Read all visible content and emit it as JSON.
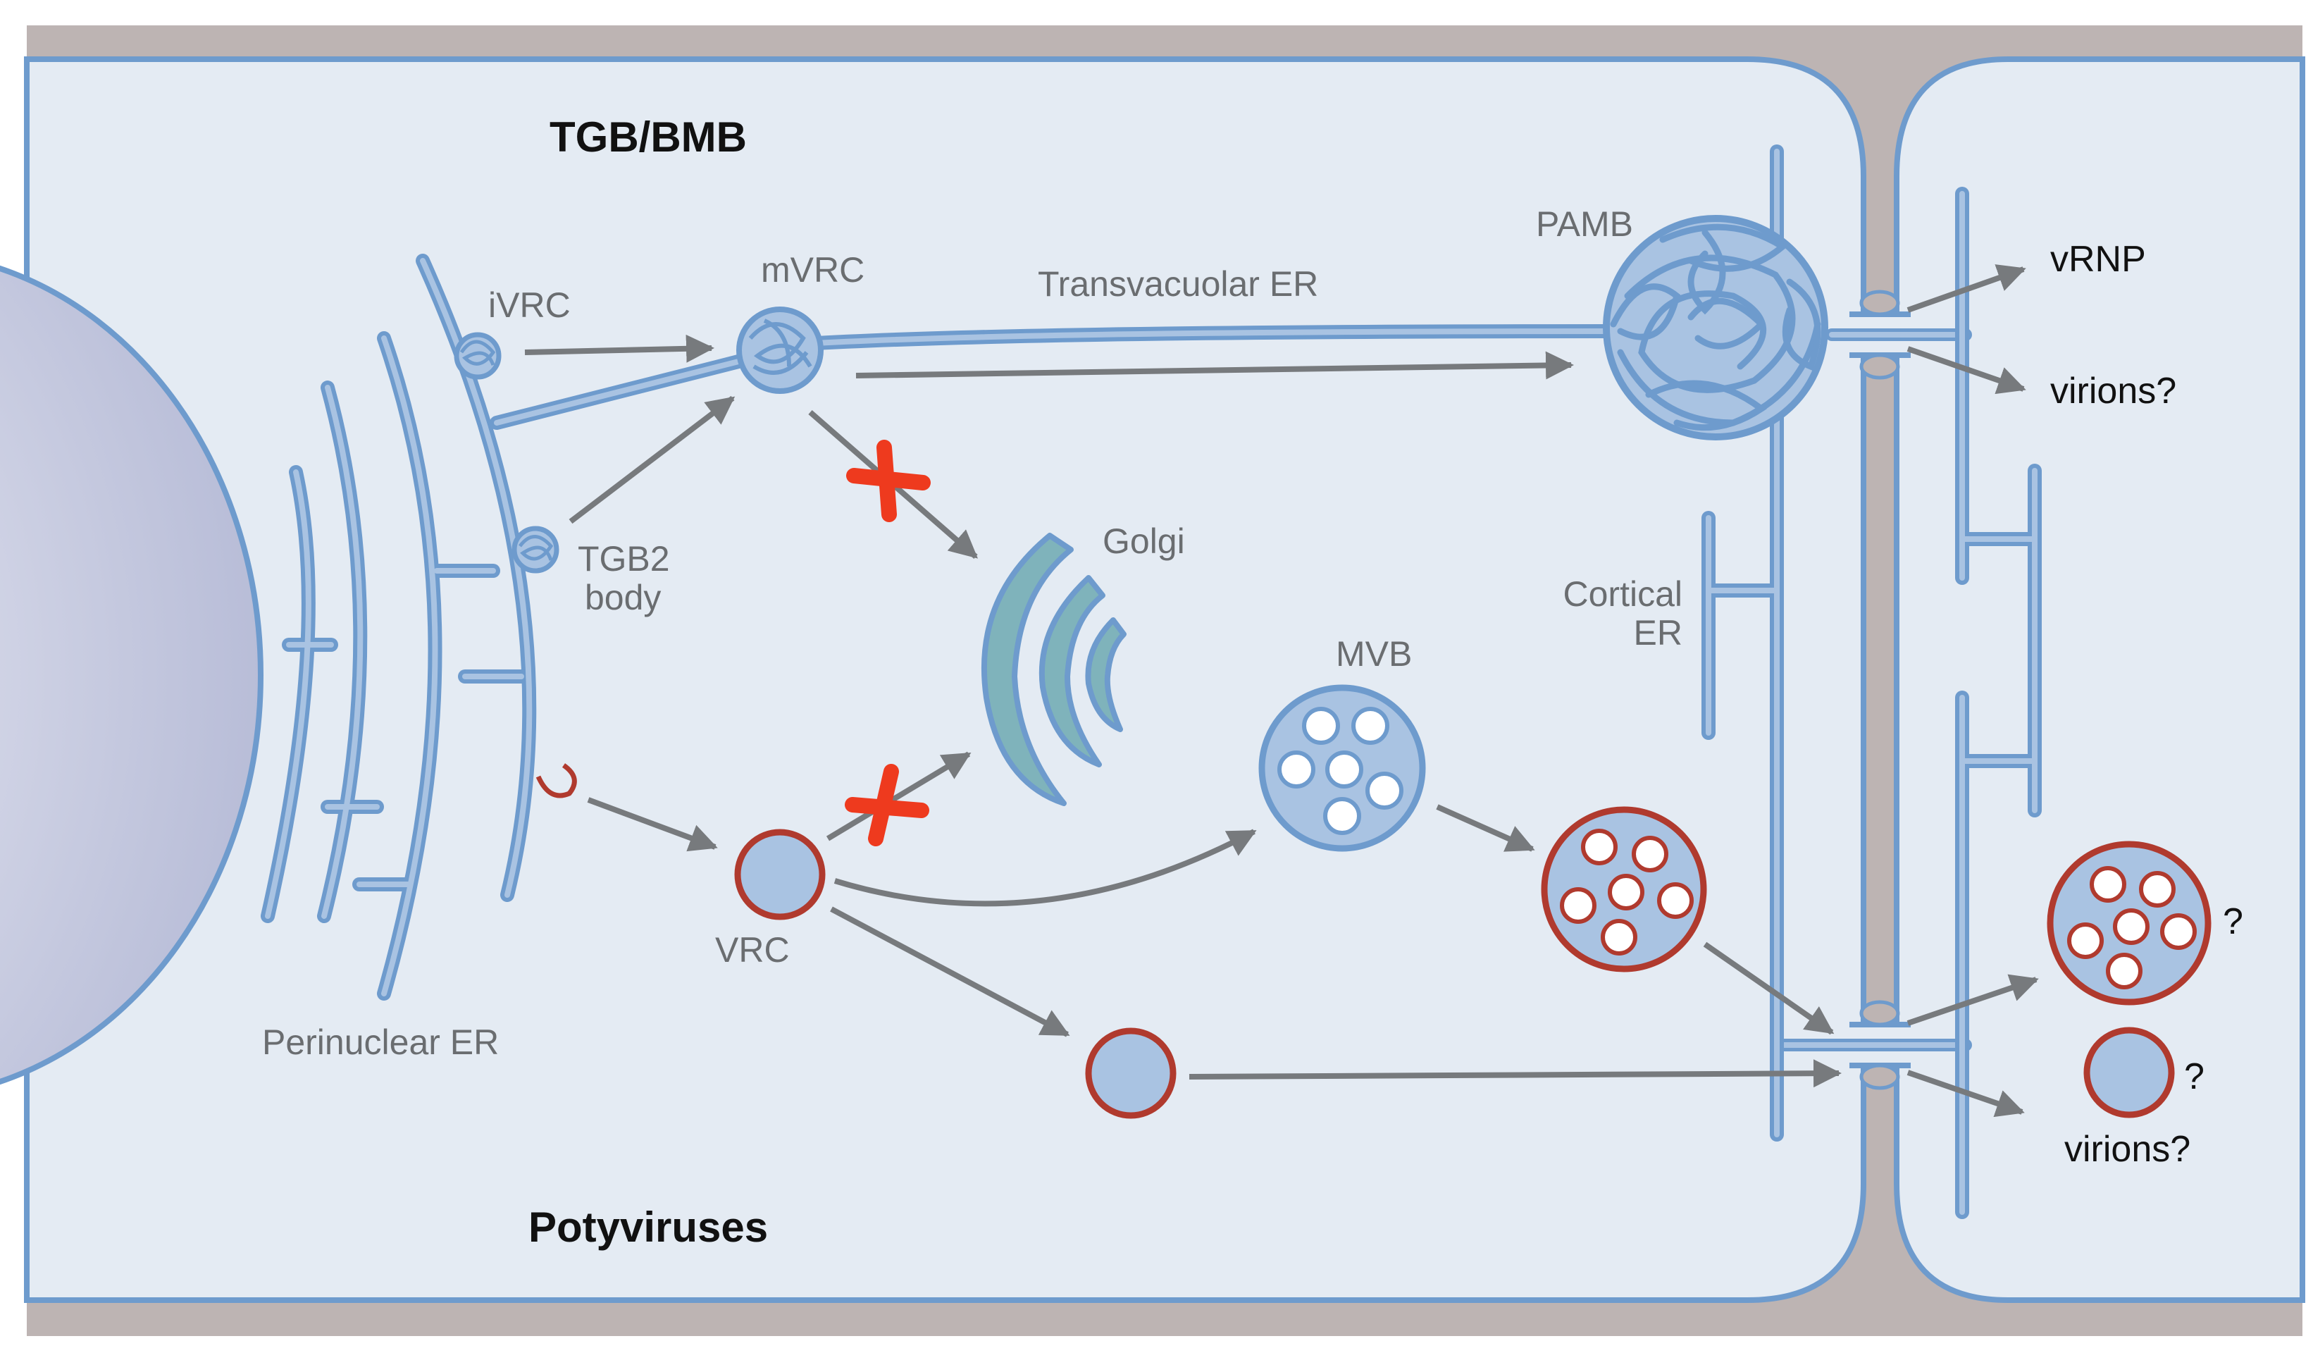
{
  "colors": {
    "cell_wall": "#bdb4b3",
    "cytoplasm": "#e4ebf3",
    "membrane": "#6e9bcd",
    "er_fill": "#a9c3e2",
    "vesicle_red": "#b03a2e",
    "golgi": "#7fb3bb",
    "arrow": "#777a7d",
    "block_cross": "#ee3a1e",
    "nucleus": "#c9cde2"
  },
  "section_titles": {
    "tgb_bmb": "TGB/BMB",
    "potyviruses": "Potyviruses"
  },
  "labels": {
    "ivrc": "iVRC",
    "mvrc": "mVRC",
    "transvacuolar_er": "Transvacuolar ER",
    "pamb": "PAMB",
    "tgb2_body_line1": "TGB2",
    "tgb2_body_line2": "body",
    "golgi": "Golgi",
    "cortical_er_line1": "Cortical",
    "cortical_er_line2": "ER",
    "mvb": "MVB",
    "vrc": "VRC",
    "perinuclear_er": "Perinuclear ER",
    "vrnp": "vRNP",
    "virions_top": "virions?",
    "virions_bottom": "virions?",
    "question_mvb": "?",
    "question_vesicle": "?"
  },
  "icons": {
    "block": "red-x-cross-icon",
    "arrow": "arrow-right-icon"
  }
}
